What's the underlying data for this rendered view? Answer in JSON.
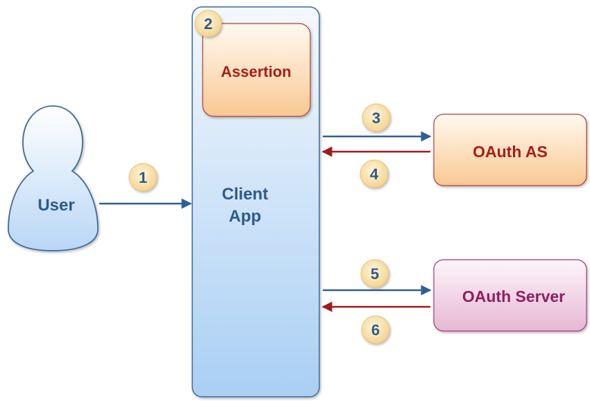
{
  "nodes": {
    "user": {
      "label": "User",
      "color": "#2f5a87"
    },
    "client_app": {
      "label_line1": "Client",
      "label_line2": "App",
      "color": "#2f5a87"
    },
    "assertion": {
      "label": "Assertion",
      "color": "#a42016"
    },
    "oauth_as": {
      "label": "OAuth AS",
      "color": "#a42016"
    },
    "oauth_server": {
      "label": "OAuth Server",
      "color": "#8e1f5f"
    }
  },
  "steps": [
    "1",
    "2",
    "3",
    "4",
    "5",
    "6"
  ],
  "arrow_colors": {
    "request": "#2f5f96",
    "response": "#a2191b"
  },
  "badge_color": "#f5dea0"
}
